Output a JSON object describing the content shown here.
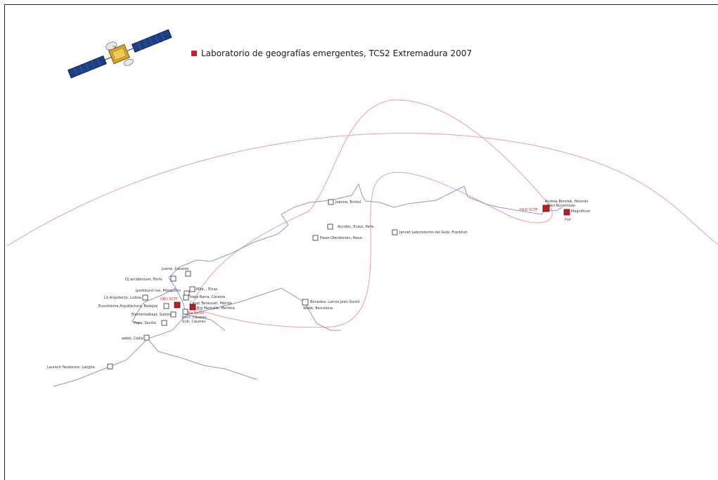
{
  "title": "Laboratorio de geografías emergentes, TCS2 Extremadura 2007",
  "colors": {
    "title_marker": "#c0272d",
    "orbit_line": "#ef9ca2",
    "route_line": "#8f95d8",
    "node_red": "#b32025",
    "label_red": "#d42a2a"
  },
  "icons": {
    "satellite": "satellite-icon"
  },
  "nodes": [
    {
      "label": "Laurech Teodorore, Langhe",
      "kind": "box"
    },
    {
      "label": "webb, Cádiz",
      "kind": "box"
    },
    {
      "label": "Pepa, Sevilla",
      "kind": "box"
    },
    {
      "label": "Elementalbeat, Gabón",
      "kind": "box"
    },
    {
      "label": "Ecosistema Arquitectura, Badajoz",
      "kind": "box"
    },
    {
      "label": "LX Arquitecto, Lisboa",
      "kind": "box"
    },
    {
      "label": "UBU SCTF",
      "kind": "red"
    },
    {
      "label": "Elke Berlin",
      "kind": "red"
    },
    {
      "label": "jparkburst nat, Mosquitos",
      "kind": "box"
    },
    {
      "label": "DJ arcidemiam, Porto",
      "kind": "box"
    },
    {
      "label": "juanie, Caceres",
      "kind": "box"
    },
    {
      "label": "Mite, , Elvas",
      "kind": "box"
    },
    {
      "label": "Ideja Barra, Cáceres",
      "kind": "box"
    },
    {
      "label": "Casat Tenasualt, Mérida",
      "kind": "box"
    },
    {
      "label": "Big Mentalle, Merrera",
      "kind": "box"
    },
    {
      "label": "Extrl, Cáceres",
      "kind": "box"
    },
    {
      "label": "1(d), Cáceres",
      "kind": "box"
    },
    {
      "label": "Bonadea, Larcos Jean Gontz",
      "kind": "box"
    },
    {
      "label": "Webb, Barcelona",
      "kind": "box"
    },
    {
      "label": "Jeanne, Bristol",
      "kind": "box"
    },
    {
      "label": "Accolec, Ecaut, Paris",
      "kind": "box"
    },
    {
      "label": "Ewan Olendorsen, Nauo",
      "kind": "box"
    },
    {
      "label": "Jannet Laboratorios del Gobi, Frankfurt",
      "kind": "box"
    },
    {
      "label": "Andrea Binotek, Helsinki",
      "kind": "box"
    },
    {
      "label": "Wari Bossmoste",
      "kind": "box"
    },
    {
      "label": "Magnificon",
      "kind": "box"
    },
    {
      "label": "H&D SCTF",
      "kind": "red"
    },
    {
      "label": "Fiat",
      "kind": "red"
    }
  ]
}
